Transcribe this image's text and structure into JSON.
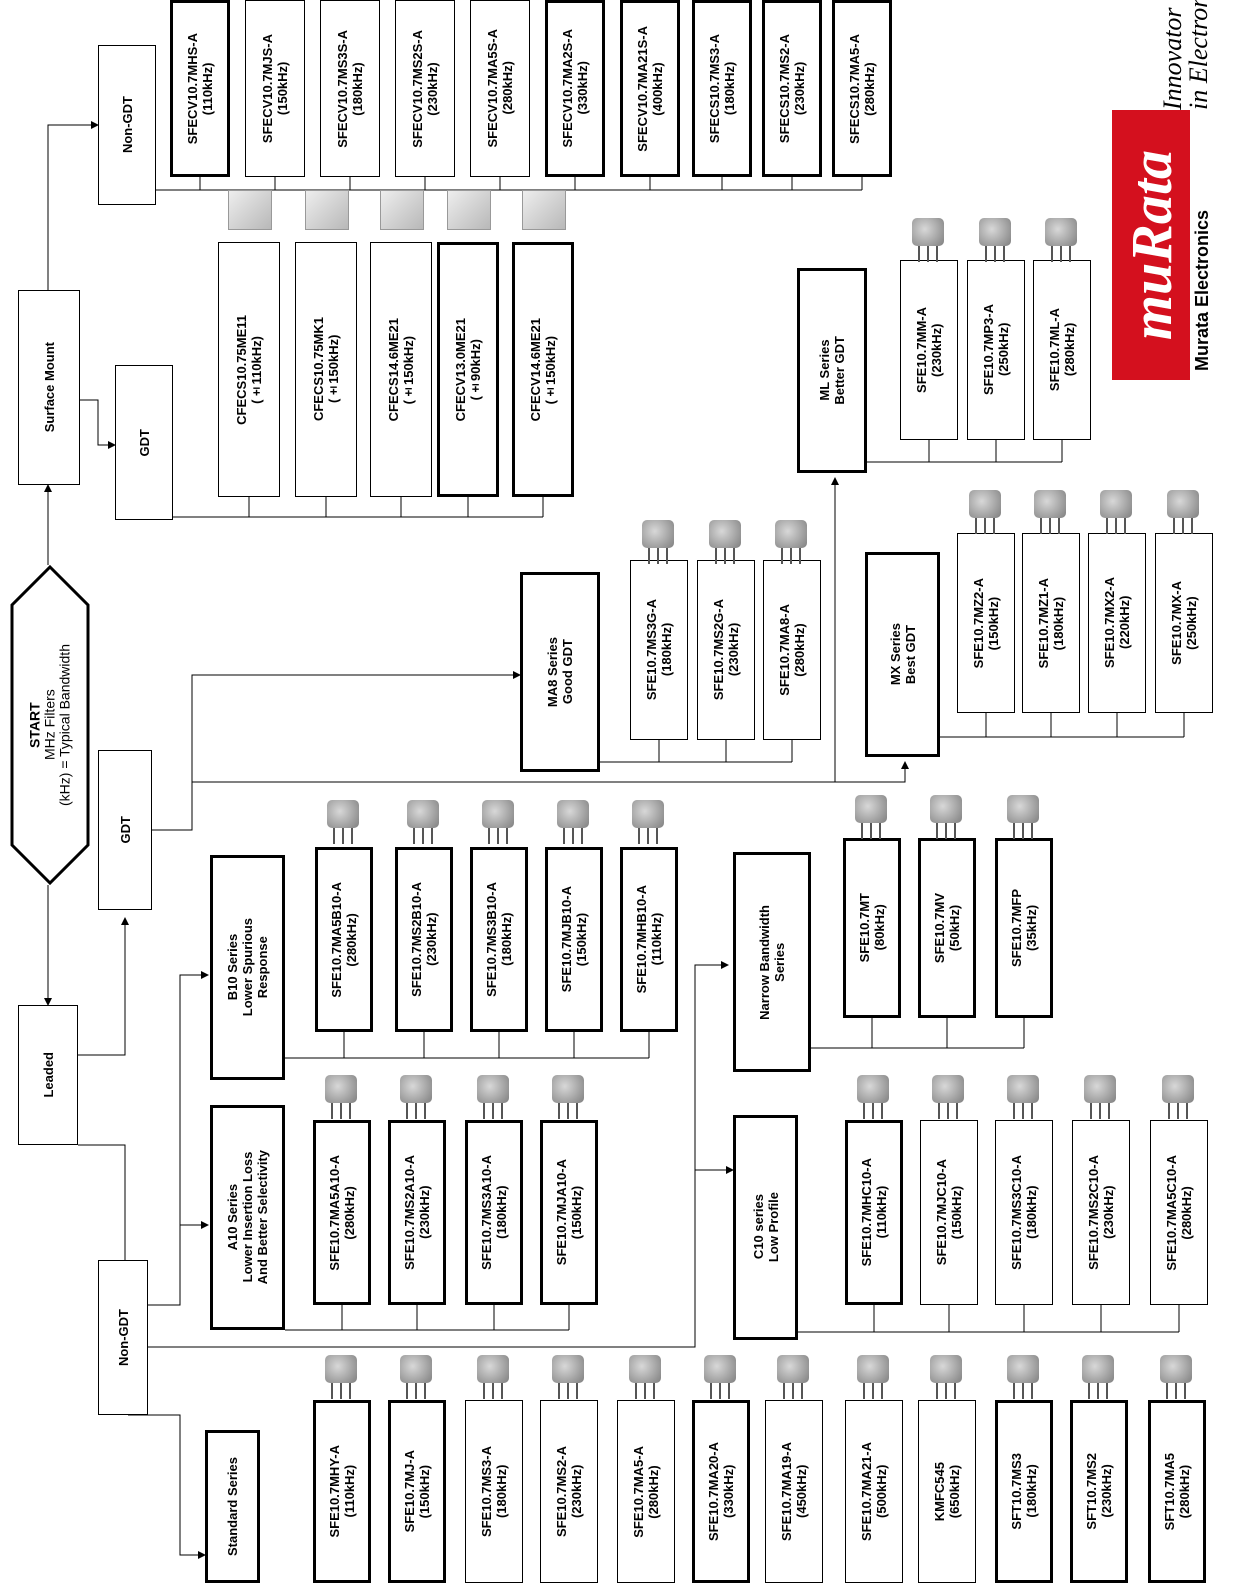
{
  "start": {
    "title": "START",
    "line1": "MHz Filters",
    "line2": "(kHz) = Typical Bandwidth"
  },
  "nodes": {
    "leaded": "Leaded",
    "surface_mount": "Surface Mount",
    "gdt_leaded": "GDT",
    "nongdt_leaded": "Non-GDT",
    "gdt_smd": "GDT",
    "nongdt_smd": "Non-GDT"
  },
  "series": {
    "standard": "Standard Series",
    "a10": "A10 Series\nLower Insertion Loss\nAnd Better Selectivity",
    "b10": "B10 Series\nLower Spurious\nResponse",
    "c10": "C10 series\nLow Profile",
    "narrow": "Narrow Bandwidth\nSeries",
    "ma8": "MA8 Series\nGood GDT",
    "mx": "MX Series\nBest GDT",
    "ml": "ML Series\nBetter GDT"
  },
  "parts": {
    "standard": [
      {
        "name": "SFE10.7MHY-A",
        "bw": "(110kHz)"
      },
      {
        "name": "SFE10.7MJ-A",
        "bw": "(150kHz)"
      },
      {
        "name": "SFE10.7MS3-A",
        "bw": "(180kHz)"
      },
      {
        "name": "SFE10.7MS2-A",
        "bw": "(230kHz)"
      },
      {
        "name": "SFE10.7MA5-A",
        "bw": "(280kHz)"
      },
      {
        "name": "SFE10.7MA20-A",
        "bw": "(330kHz)"
      },
      {
        "name": "SFE10.7MA19-A",
        "bw": "(450kHz)"
      },
      {
        "name": "SFE10.7MA21-A",
        "bw": "(500kHz)"
      },
      {
        "name": "KMFC545",
        "bw": "(650kHz)"
      },
      {
        "name": "SFT10.7MS3",
        "bw": "(180kHz)"
      },
      {
        "name": "SFT10.7MS2",
        "bw": "(230kHz)"
      },
      {
        "name": "SFT10.7MA5",
        "bw": "(280kHz)"
      }
    ],
    "a10": [
      {
        "name": "SFE10.7MA5A10-A",
        "bw": "(280kHz)"
      },
      {
        "name": "SFE10.7MS2A10-A",
        "bw": "(230kHz)"
      },
      {
        "name": "SFE10.7MS3A10-A",
        "bw": "(180kHz)"
      },
      {
        "name": "SFE10.7MJA10-A",
        "bw": "(150kHz)"
      }
    ],
    "b10": [
      {
        "name": "SFE10.7MA5B10-A",
        "bw": "(280kHz)"
      },
      {
        "name": "SFE10.7MS2B10-A",
        "bw": "(230kHz)"
      },
      {
        "name": "SFE10.7MS3B10-A",
        "bw": "(180kHz)"
      },
      {
        "name": "SFE10.7MJB10-A",
        "bw": "(150kHz)"
      },
      {
        "name": "SFE10.7MHB10-A",
        "bw": "(110kHz)"
      }
    ],
    "c10": [
      {
        "name": "SFE10.7MHC10-A",
        "bw": "(110kHz)"
      },
      {
        "name": "SFE10.7MJC10-A",
        "bw": "(150kHz)"
      },
      {
        "name": "SFE10.7MS3C10-A",
        "bw": "(180kHz)"
      },
      {
        "name": "SFE10.7MS2C10-A",
        "bw": "(230kHz)"
      },
      {
        "name": "SFE10.7MA5C10-A",
        "bw": "(280kHz)"
      }
    ],
    "narrow": [
      {
        "name": "SFE10.7MT",
        "bw": "(80kHz)"
      },
      {
        "name": "SFE10.7MV",
        "bw": "(50kHz)"
      },
      {
        "name": "SFE10.7MFP",
        "bw": "(35kHz)"
      }
    ],
    "ma8": [
      {
        "name": "SFE10.7MS3G-A",
        "bw": "(180kHz)"
      },
      {
        "name": "SFE10.7MS2G-A",
        "bw": "(230kHz)"
      },
      {
        "name": "SFE10.7MA8-A",
        "bw": "(280kHz)"
      }
    ],
    "mx": [
      {
        "name": "SFE10.7MZ2-A",
        "bw": "(150kHz)"
      },
      {
        "name": "SFE10.7MZ1-A",
        "bw": "(180kHz)"
      },
      {
        "name": "SFE10.7MX2-A",
        "bw": "(220kHz)"
      },
      {
        "name": "SFE10.7MX-A",
        "bw": "(250kHz)"
      }
    ],
    "ml": [
      {
        "name": "SFE10.7MM-A",
        "bw": "(230kHz)"
      },
      {
        "name": "SFE10.7MP3-A",
        "bw": "(250kHz)"
      },
      {
        "name": "SFE10.7ML-A",
        "bw": "(280kHz)"
      }
    ],
    "smd_gdt": [
      {
        "name": "CFECS10.75ME11",
        "bw": "(±110kHz)"
      },
      {
        "name": "CFECS10.75MK1",
        "bw": "(±150kHz)"
      },
      {
        "name": "CFECS14.6ME21",
        "bw": "(±150kHz)"
      },
      {
        "name": "CFECV13.0ME21",
        "bw": "(±90kHz)"
      },
      {
        "name": "CFECV14.6ME21",
        "bw": "(±150kHz)"
      }
    ],
    "smd_nongdt": [
      {
        "name": "SFECV10.7MHS-A",
        "bw": "(110kHz)"
      },
      {
        "name": "SFECV10.7MJS-A",
        "bw": "(150kHz)"
      },
      {
        "name": "SFECV10.7MS3S-A",
        "bw": "(180kHz)"
      },
      {
        "name": "SFECV10.7MS2S-A",
        "bw": "(230kHz)"
      },
      {
        "name": "SFECV10.7MA5S-A",
        "bw": "(280kHz)"
      },
      {
        "name": "SFECV10.7MA2S-A",
        "bw": "(330kHz)"
      },
      {
        "name": "SFECV10.7MA21S-A",
        "bw": "(400kHz)"
      },
      {
        "name": "SFECS10.7MS3-A",
        "bw": "(180kHz)"
      },
      {
        "name": "SFECS10.7MS2-A",
        "bw": "(230kHz)"
      },
      {
        "name": "SFECS10.7MA5-A",
        "bw": "(280kHz)"
      }
    ]
  },
  "logo": {
    "brand": "muRata",
    "company": "Murata Electronics",
    "tagline": "Innovator\nin Electronics"
  }
}
